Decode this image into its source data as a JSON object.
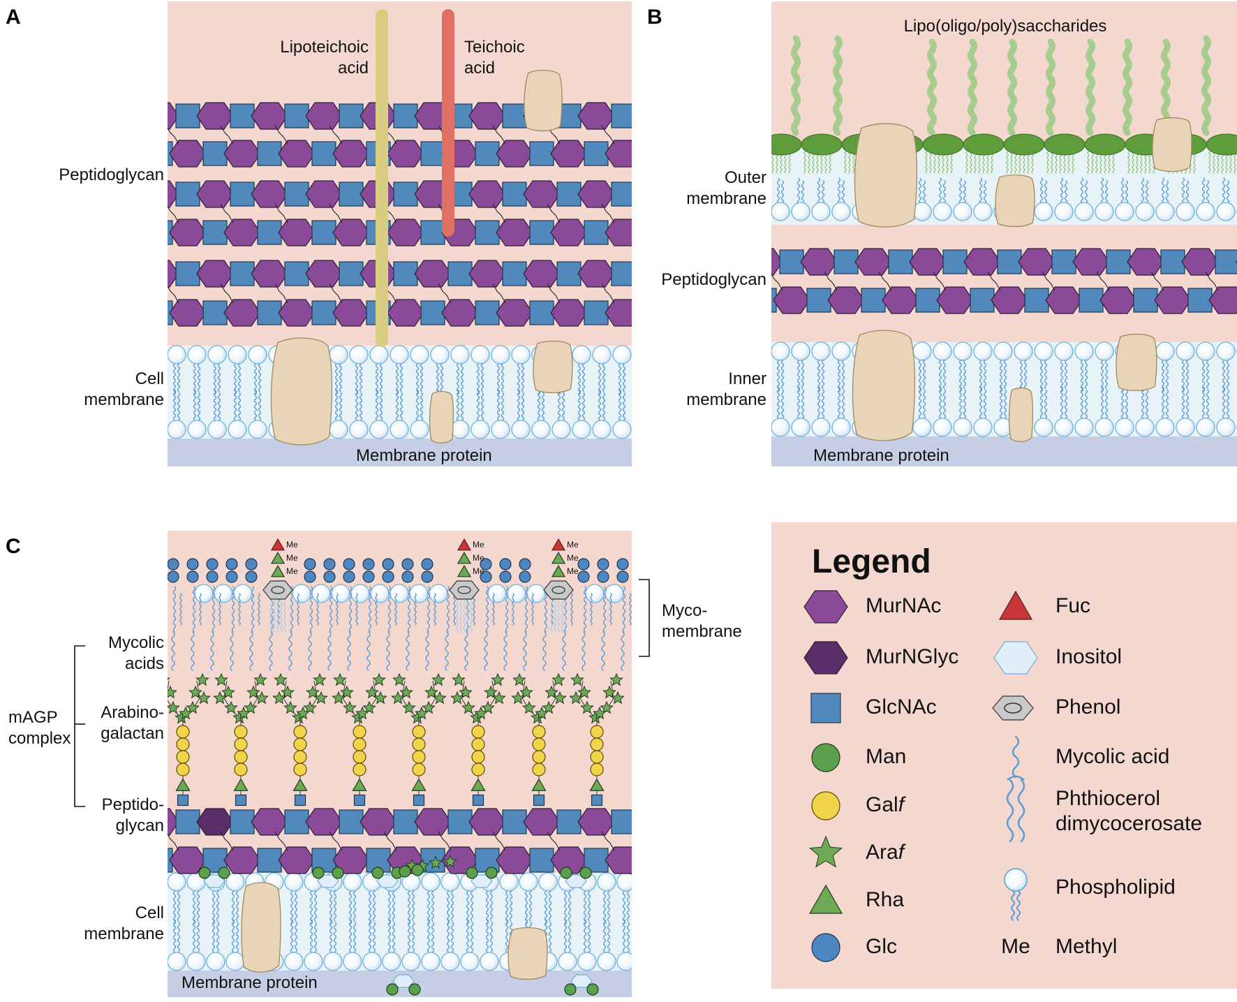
{
  "colors": {
    "pink": "#f4d8d0",
    "membrane": "#e8f3f8",
    "protein_bg": "#c6cee6",
    "protein": "#e8d4b6",
    "murnac": "#8a4a98",
    "murnglyc": "#5a2e68",
    "glcnac": "#5289bd",
    "man": "#5c9f4d",
    "galf": "#f1d44a",
    "araf": "#6ea955",
    "rha": "#6ea955",
    "glc": "#4d87c2",
    "fuc": "#c7373a",
    "inositol": "#dfeef8",
    "phenol": "#c9c9c9",
    "lipoteichoic": "#d8cd80",
    "teichoic": "#e07064",
    "lipo_head": "#5f9c3c",
    "lipo_chain": "#a6cc8e",
    "tail": "#5b9bd5"
  },
  "panel_a": {
    "letter": "A",
    "lipoteichoic": "Lipoteichoic acid",
    "teichoic": "Teichoic acid",
    "peptidoglycan": "Peptidoglycan",
    "cell_membrane": "Cell membrane",
    "membrane_protein": "Membrane protein"
  },
  "panel_b": {
    "letter": "B",
    "lipo": "Lipo(oligo/poly)saccharides",
    "outer_membrane": "Outer membrane",
    "peptidoglycan": "Peptidoglycan",
    "inner_membrane": "Inner membrane",
    "membrane_protein": "Membrane protein"
  },
  "panel_c": {
    "letter": "C",
    "methyl": "Me",
    "mycomembrane": "Myco- membrane",
    "mycolic_acids": "Mycolic acids",
    "arabinogalactan": "Arabino- galactan",
    "magp": "mAGP complex",
    "peptidoglycan": "Peptido- glycan",
    "cell_membrane": "Cell membrane",
    "membrane_protein": "Membrane protein"
  },
  "legend": {
    "title": "Legend",
    "items": [
      {
        "icon": "murnac-icon",
        "label": "MurNAc"
      },
      {
        "icon": "murnglyc-icon",
        "label": "MurNGlyc"
      },
      {
        "icon": "glcnac-icon",
        "label": "GlcNAc"
      },
      {
        "icon": "man-icon",
        "label": "Man"
      },
      {
        "icon": "galf-icon",
        "label": "Gal",
        "italic_suffix": "f"
      },
      {
        "icon": "araf-icon",
        "label": "Ara",
        "italic_suffix": "f"
      },
      {
        "icon": "rha-icon",
        "label": "Rha"
      },
      {
        "icon": "glc-icon",
        "label": "Glc"
      },
      {
        "icon": "fuc-icon",
        "label": "Fuc"
      },
      {
        "icon": "inositol-icon",
        "label": "Inositol"
      },
      {
        "icon": "phenol-icon",
        "label": "Phenol"
      },
      {
        "icon": "mycolic-acid-icon",
        "label": "Mycolic acid"
      },
      {
        "icon": "phthiocerol-icon",
        "label": "Phthiocerol dimycocerosate"
      },
      {
        "icon": "phospholipid-icon",
        "label": "Phospholipid"
      },
      {
        "icon": "methyl-icon",
        "label": "Methyl",
        "symbol": "Me"
      }
    ]
  }
}
